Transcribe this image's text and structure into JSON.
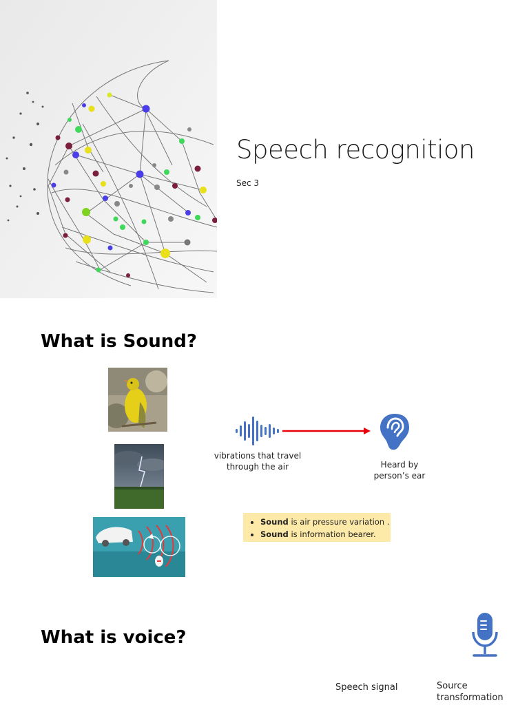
{
  "slide1": {
    "title": "Speech recognition",
    "subtitle": "Sec 3"
  },
  "slide2": {
    "heading": "What is Sound?",
    "vibrations_caption": "vibrations that travel through the air",
    "ear_caption": "Heard by person’s ear",
    "facts": [
      {
        "bold": "Sound",
        "text": " is air pressure variation ."
      },
      {
        "bold": "Sound",
        "text": " is information bearer."
      }
    ]
  },
  "slide3": {
    "heading": "What is voice?",
    "speech_signal_label": "Speech signal",
    "source_transformation_label": "Source transformation"
  },
  "colors": {
    "accent_blue": "#4472c4",
    "arrow_red": "#e8000b",
    "highlight": "#fde9a8"
  },
  "icons": [
    "network-globe-icon",
    "sound-wave-icon",
    "arrow-right-icon",
    "ear-icon",
    "microphone-icon"
  ]
}
